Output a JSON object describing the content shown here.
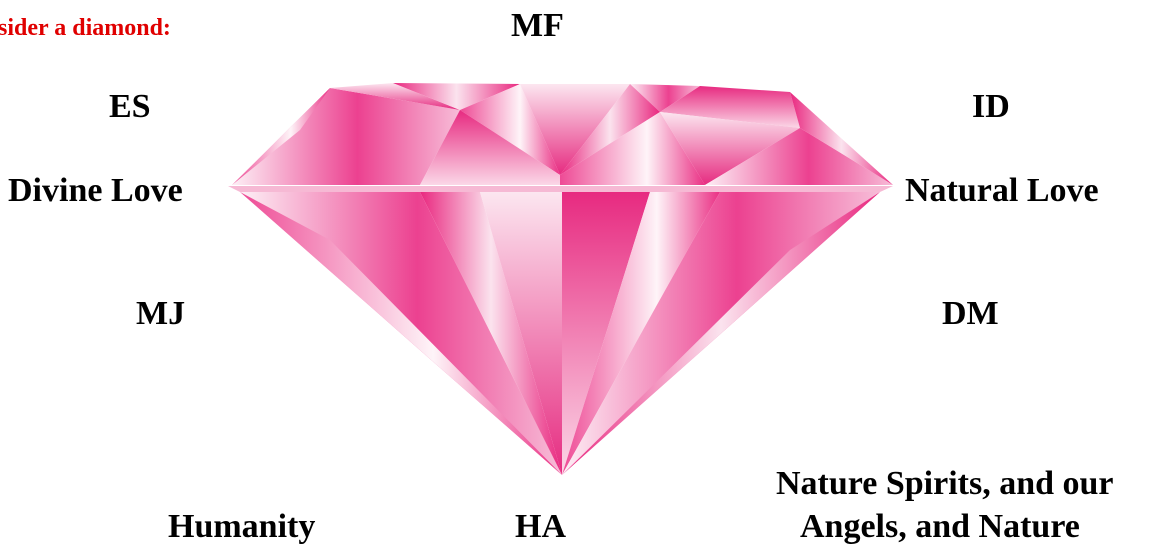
{
  "heading": "sider a diamond:",
  "heading_color": "#e00000",
  "gem_color": "#e9277f",
  "labels": {
    "top": "MF",
    "upper_left": "ES",
    "upper_right": "ID",
    "mid_left": "Divine Love",
    "mid_right": "Natural Love",
    "lower_left": "MJ",
    "lower_right": "DM",
    "bottom_left": "Humanity",
    "bottom_center": "HA",
    "bottom_right_line1": "Nature Spirits, and our",
    "bottom_right_line2": "Angels, and Nature"
  }
}
